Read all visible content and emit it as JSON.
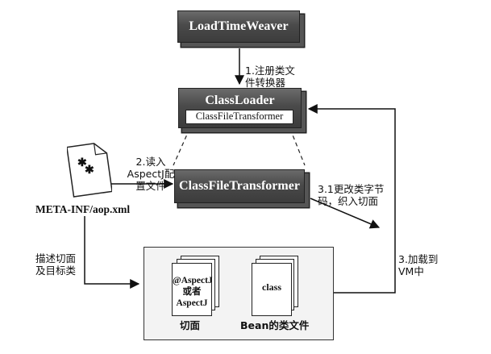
{
  "nodes": {
    "load_time_weaver": "LoadTimeWeaver",
    "class_loader": "ClassLoader",
    "class_loader_inner": "ClassFileTransformer",
    "class_file_transformer": "ClassFileTransformer",
    "meta_inf_file": "META-INF/aop.xml",
    "aspect_doc": "@AspectJ\n或者\nAspectJ",
    "aspect_caption": "切面",
    "class_doc": "class",
    "class_caption": "Bean的类文件"
  },
  "edges": {
    "register": "1.注册类文\n件转换器",
    "read_config": "2.读入\nAspectJ配\n置文件",
    "modify_bytes": "3.1更改类字节\n码，织入切面",
    "load_vm": "3.加载到\nVM中",
    "describe": "描述切面\n及目标类"
  },
  "file_icon_glyph": "✱"
}
